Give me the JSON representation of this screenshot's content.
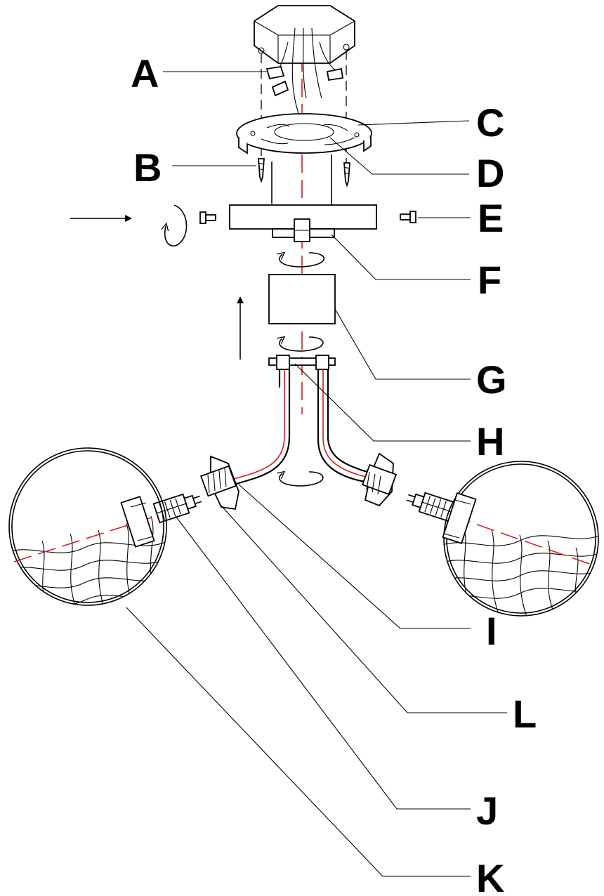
{
  "labels": {
    "A": "A",
    "B": "B",
    "C": "C",
    "D": "D",
    "E": "E",
    "F": "F",
    "G": "G",
    "H": "H",
    "I": "I",
    "J": "J",
    "K": "K",
    "L": "L"
  },
  "colors": {
    "line": "#000000",
    "axis": "#d42020",
    "background": "#ffffff"
  },
  "icons": {
    "insert_arrow_horizontal": "arrow-right-icon",
    "insert_arrow_vertical": "arrow-up-icon",
    "rotate_indicators": "rotate-arrow-icon"
  }
}
